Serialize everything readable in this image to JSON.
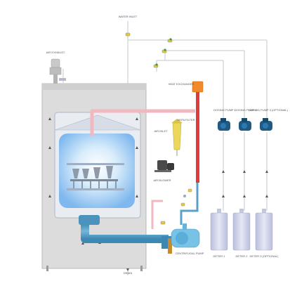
{
  "labels": {
    "water_inlet": "WATER INLET",
    "air_exhaust": "AIR EXHAUST",
    "heat_exchanger": "HEAT EXCHANGER",
    "hepa_filter": "HEPA FILTER",
    "air_inlet": "AIR INLET",
    "air_blower": "AIR BLOWER",
    "dosing_pump_1": "DOSING PUMP 1",
    "dosing_pump_2": "DOSING PUMP 2",
    "dosing_pump_3": "DOSING PUMP 3 (OPTIONAL)",
    "detergent_1": "DETER 1",
    "detergent_2": "DETER 2",
    "detergent_3": "DETER 3 (OPTIONAL)",
    "centrifugal_pump": "CENTRIFUGAL PUMP",
    "drain": "DRAIN"
  },
  "colors": {
    "cabinet": "#dcdcdc",
    "chamber_glow": "#8fc8f5",
    "hot_line": "#e23a3a",
    "return_line": "#f2b8c0",
    "water_line": "#5aa0c8",
    "pump": "#1f5a86",
    "container": "#cfd4ea",
    "exchanger_top": "#f08a2a",
    "hepa": "#ecd75a"
  }
}
